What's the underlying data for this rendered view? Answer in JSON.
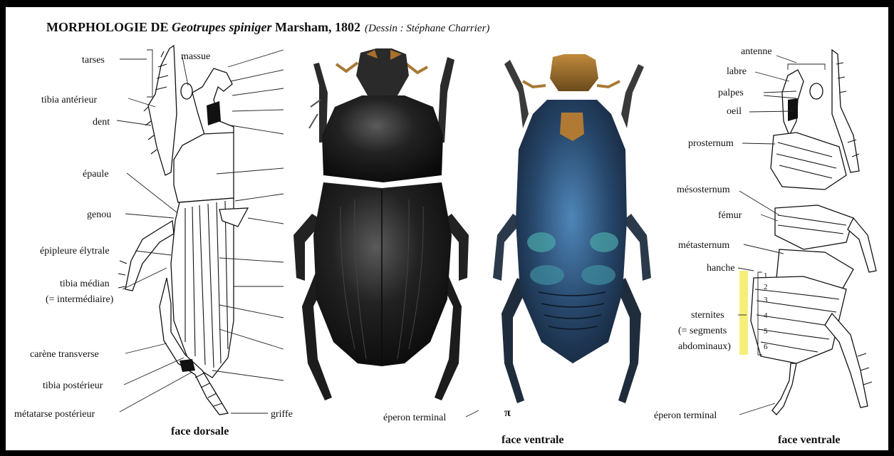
{
  "title": {
    "prefix": "MORPHOLOGIE DE ",
    "species": "Geotrupes spiniger",
    "author": " Marsham, 1802",
    "credit": "(Dessin : Stéphane Charrier)"
  },
  "left_labels": {
    "tarses": "tarses",
    "massue": "massue",
    "tibia_anterieur": "tibia antérieur",
    "dent": "dent",
    "epaule": "épaule",
    "genou": "genou",
    "epipleure": "épipleure élytrale",
    "tibia_median": "tibia médian",
    "intermediaire": "(= intermédiaire)",
    "carene": "carène transverse",
    "tibia_posterieur": "tibia postérieur",
    "metatarse": "métatarse postérieur",
    "griffe": "griffe"
  },
  "middle_labels": {
    "eperon": "éperon terminal",
    "mark": "π"
  },
  "right_labels": {
    "antenne": "antenne",
    "labre": "labre",
    "palpes": "palpes",
    "oeil": "oeil",
    "prosternum": "prosternum",
    "mesosternum": "mésosternum",
    "femur": "fémur",
    "metasternum": "métasternum",
    "hanche": "hanche",
    "sternites": "sternites",
    "segments": "(= segments",
    "abdominaux": "abdominaux)",
    "eperon": "éperon terminal"
  },
  "segment_numbers": [
    "1",
    "2",
    "3",
    "4",
    "5",
    "6"
  ],
  "captions": {
    "dorsal": "face dorsale",
    "ventral_photo": "face ventrale",
    "ventral_drawing": "face ventrale"
  },
  "colors": {
    "highlight_bar": "#f5ee7a",
    "beetle_dorsal": "#1c1c1c",
    "beetle_ventral": "#2d4a6e",
    "legs": "#8a6a3a"
  }
}
